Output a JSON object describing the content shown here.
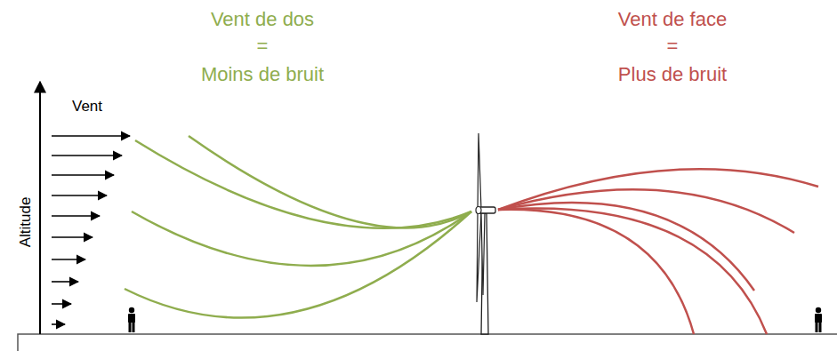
{
  "diagram": {
    "labels": [
      "Vent de dos",
      "=",
      "Moins de bruit",
      "Vent de face",
      "=",
      "Plus de bruit",
      "Vent",
      "Altitude"
    ]
  }
}
